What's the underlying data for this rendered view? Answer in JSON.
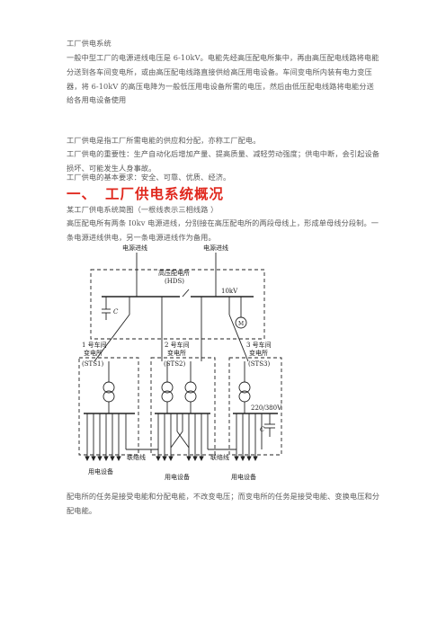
{
  "doc": {
    "title_line": "工厂供电系统",
    "intro": "一般中型工厂的电源进线电压是 6-10kV。电能先经高压配电所集中，再由高压配电线路将电能分送到各车间变电所，或由高压配电线路直接供给高压用电设备。车间变电所内装有电力变压器，将 6-10kV 的高压电降为一般低压用电设备所需的电压，然后由低压配电线路将电能分送给各用电设备使用",
    "def_line": "工厂供电是指工厂所需电能的供应和分配，亦称工厂配电。",
    "importance_line": "工厂供电的重要性：生产自动化后增加产量、提高质量、减轻劳动强度；供电中断，会引起设备损坏、可能发生人身事故。",
    "requirements_line": "工厂供电的基本要求：安全、可靠、优质、经济。",
    "section_num": "一、",
    "section_title": "工厂供电系统概况",
    "diagram_caption": "某工厂供电系统简图（一根线表示三相线路   ）",
    "diagram_desc": "高压配电所有两条 I0kv 电源进线，分别接在高压配电所的两段母线上，形成单母线分段制。一条电源进线供电，另一条电源进线作为备用。",
    "closing": "配电所的任务是接受电能和分配电能，不改变电压；而变电所的任务是接受电能、变换电压和分配电能。"
  },
  "diagram": {
    "source_in_left": "电源进线",
    "source_in_right": "电源进线",
    "hds_name": "高压配电所",
    "hds_code": "(HDS)",
    "hv_label": "10kV",
    "cap_label": "C",
    "motor_label": "M",
    "sts1_l1": "1 号车间",
    "sts1_l2": "变电所",
    "sts1_code": "(STS1)",
    "sts2_l1": "2 号车间",
    "sts2_l2": "变电所",
    "sts2_code": "(STS2)",
    "sts3_l1": "3 号车间",
    "sts3_l2": "变电所",
    "sts3_code": "(STS3)",
    "lv_label": "220/380V",
    "cap3_label": "C",
    "tie_left": "联络线",
    "tie_right": "联络线",
    "load_1": "用电设备",
    "load_2": "用电设备",
    "load_3": "用电设备"
  }
}
